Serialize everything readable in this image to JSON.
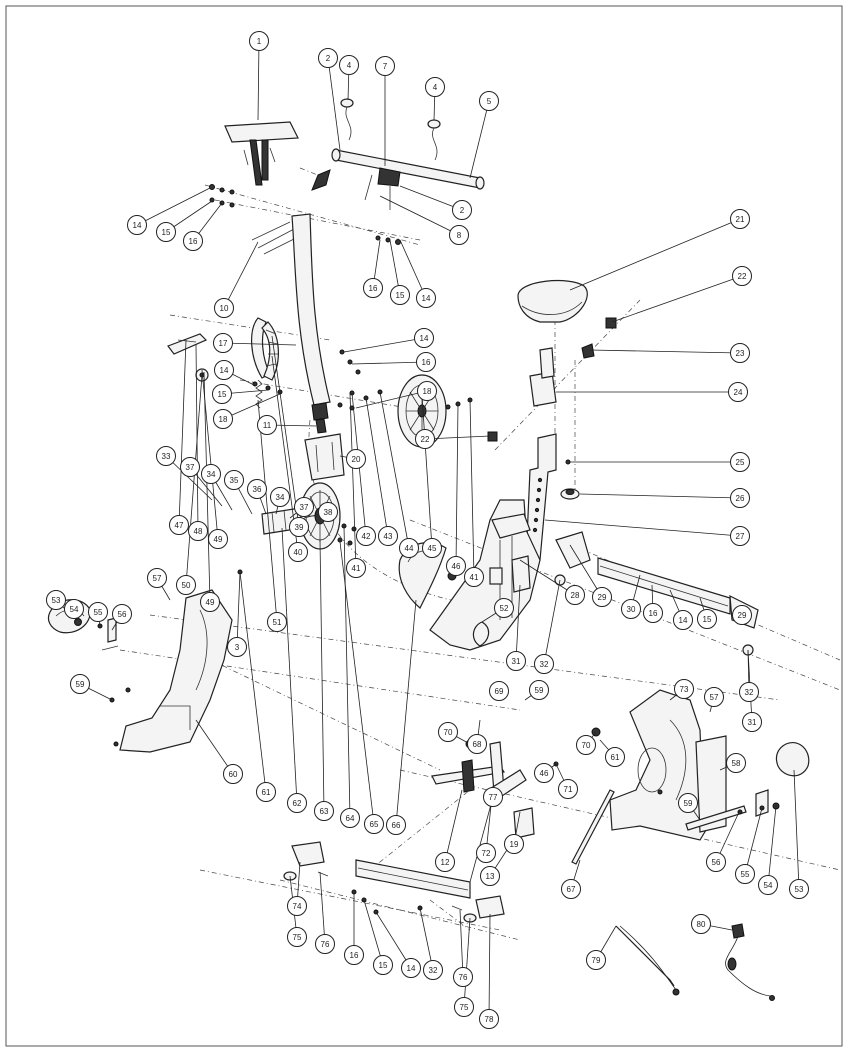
{
  "diagram": {
    "callouts": [
      {
        "label": "1"
      },
      {
        "label": "2"
      },
      {
        "label": "4"
      },
      {
        "label": "7"
      },
      {
        "label": "4"
      },
      {
        "label": "5"
      },
      {
        "label": "14"
      },
      {
        "label": "15"
      },
      {
        "label": "16"
      },
      {
        "label": "2"
      },
      {
        "label": "8"
      },
      {
        "label": "10"
      },
      {
        "label": "16"
      },
      {
        "label": "15"
      },
      {
        "label": "14"
      },
      {
        "label": "21"
      },
      {
        "label": "22"
      },
      {
        "label": "17"
      },
      {
        "label": "14"
      },
      {
        "label": "16"
      },
      {
        "label": "14"
      },
      {
        "label": "15"
      },
      {
        "label": "18"
      },
      {
        "label": "18"
      },
      {
        "label": "23"
      },
      {
        "label": "24"
      },
      {
        "label": "11"
      },
      {
        "label": "22"
      },
      {
        "label": "20"
      },
      {
        "label": "25"
      },
      {
        "label": "33"
      },
      {
        "label": "37"
      },
      {
        "label": "34"
      },
      {
        "label": "35"
      },
      {
        "label": "36"
      },
      {
        "label": "34"
      },
      {
        "label": "37"
      },
      {
        "label": "38"
      },
      {
        "label": "26"
      },
      {
        "label": "27"
      },
      {
        "label": "47"
      },
      {
        "label": "48"
      },
      {
        "label": "49"
      },
      {
        "label": "39"
      },
      {
        "label": "40"
      },
      {
        "label": "42"
      },
      {
        "label": "43"
      },
      {
        "label": "44"
      },
      {
        "label": "45"
      },
      {
        "label": "46"
      },
      {
        "label": "41"
      },
      {
        "label": "57"
      },
      {
        "label": "50"
      },
      {
        "label": "49"
      },
      {
        "label": "41"
      },
      {
        "label": "52"
      },
      {
        "label": "28"
      },
      {
        "label": "29"
      },
      {
        "label": "30"
      },
      {
        "label": "16"
      },
      {
        "label": "14"
      },
      {
        "label": "15"
      },
      {
        "label": "53"
      },
      {
        "label": "54"
      },
      {
        "label": "55"
      },
      {
        "label": "56"
      },
      {
        "label": "51"
      },
      {
        "label": "3"
      },
      {
        "label": "31"
      },
      {
        "label": "32"
      },
      {
        "label": "29"
      },
      {
        "label": "59"
      },
      {
        "label": "69"
      },
      {
        "label": "59"
      },
      {
        "label": "73"
      },
      {
        "label": "57"
      },
      {
        "label": "32"
      },
      {
        "label": "31"
      },
      {
        "label": "70"
      },
      {
        "label": "61"
      },
      {
        "label": "58"
      },
      {
        "label": "60"
      },
      {
        "label": "61"
      },
      {
        "label": "62"
      },
      {
        "label": "63"
      },
      {
        "label": "64"
      },
      {
        "label": "65"
      },
      {
        "label": "66"
      },
      {
        "label": "70"
      },
      {
        "label": "68"
      },
      {
        "label": "46"
      },
      {
        "label": "71"
      },
      {
        "label": "59"
      },
      {
        "label": "12"
      },
      {
        "label": "72"
      },
      {
        "label": "19"
      },
      {
        "label": "13"
      },
      {
        "label": "67"
      },
      {
        "label": "56"
      },
      {
        "label": "55"
      },
      {
        "label": "54"
      },
      {
        "label": "53"
      },
      {
        "label": "77"
      },
      {
        "label": "74"
      },
      {
        "label": "75"
      },
      {
        "label": "76"
      },
      {
        "label": "16"
      },
      {
        "label": "15"
      },
      {
        "label": "14"
      },
      {
        "label": "32"
      },
      {
        "label": "76"
      },
      {
        "label": "75"
      },
      {
        "label": "78"
      },
      {
        "label": "79"
      },
      {
        "label": "80"
      }
    ]
  }
}
